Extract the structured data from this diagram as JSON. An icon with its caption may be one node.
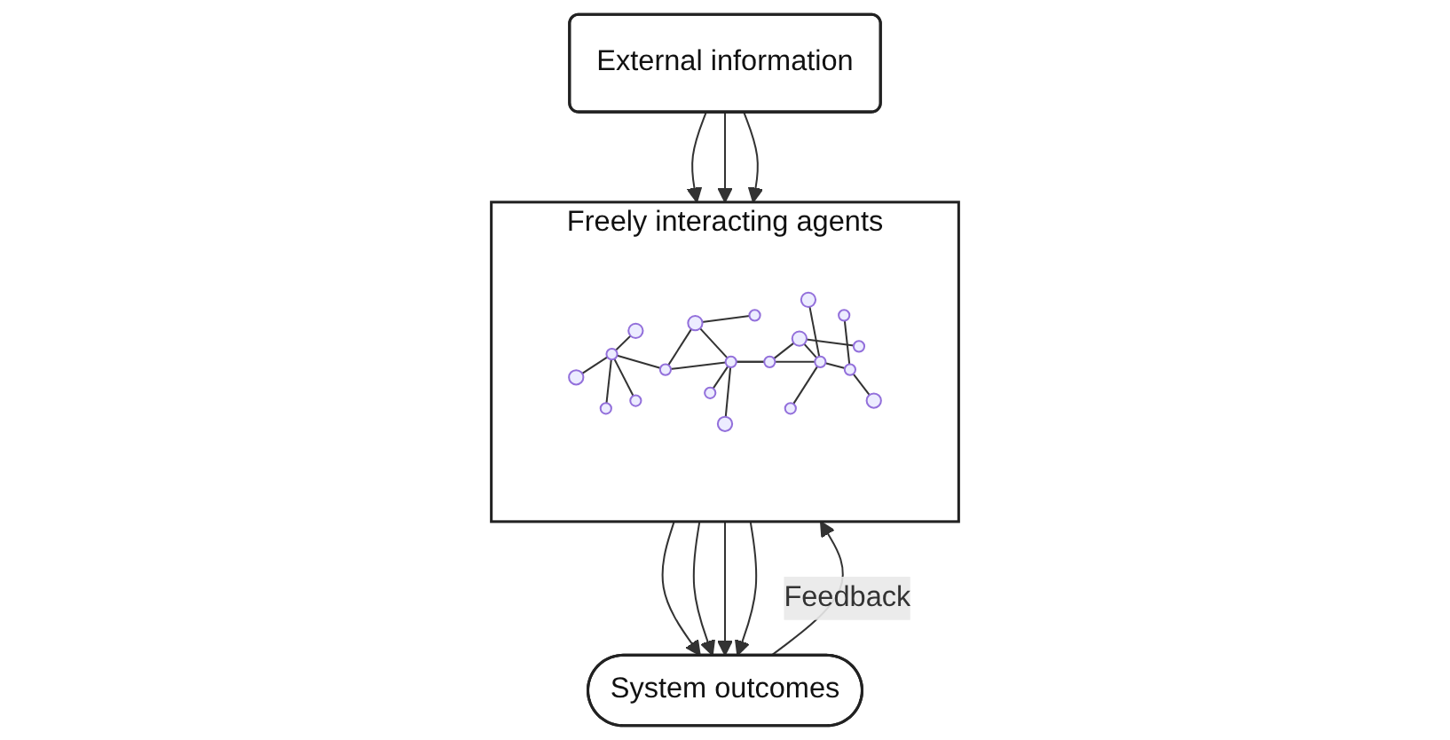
{
  "diagram": {
    "nodes": [
      {
        "text": [
          "External information"
        ]
      },
      {
        "text": [
          "System outcomes"
        ]
      },
      {
        "text": [
          "Freely interacting agents"
        ]
      },
      {
        "text": [],
        "shape": "picture",
        "in": 2
      }
    ],
    "edges": [
      {
        "from": 0,
        "to": 2,
        "arrow": "to"
      },
      {
        "from": 0,
        "to": 2,
        "arrow": "to"
      },
      {
        "from": 0,
        "to": 2,
        "arrow": "to"
      },
      {
        "from": 2,
        "to": 1,
        "arrow": "to"
      },
      {
        "from": 2,
        "to": 1,
        "arrow": "to"
      },
      {
        "from": 2,
        "to": 1,
        "arrow": "to"
      },
      {
        "from": 2,
        "to": 1,
        "arrow": "to"
      },
      {
        "from": 1,
        "to": 2,
        "arrow": "to",
        "label": "Feedback"
      }
    ]
  }
}
